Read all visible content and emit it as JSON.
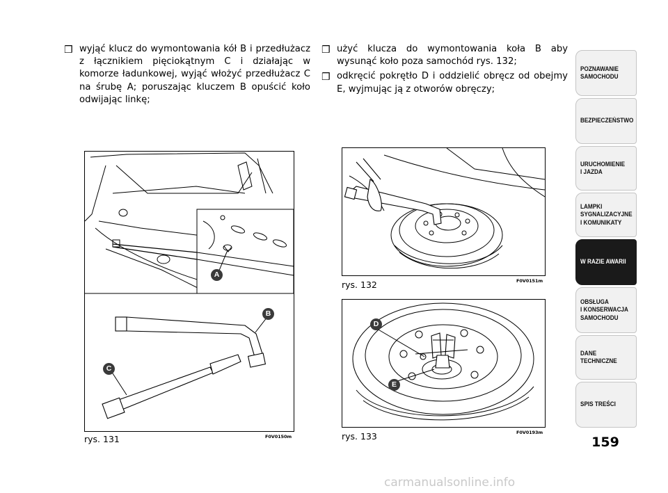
{
  "page_number": "159",
  "left_column": {
    "bullets": [
      "wyjąć klucz do wymontowania kół B i przedłużacz z łącznikiem pięciokątnym C i działając w komorze ładunkowej, wyjąć włożyć przedłużacz C na śrubę A; poruszając kluczem B opuścić koło odwijając linkę;"
    ]
  },
  "right_column": {
    "bullets": [
      "użyć klucza do wymontowania koła B aby wysunąć koło poza samochód rys. 132;",
      "odkręcić pokrętło D i oddzielić obręcz od obejmy E, wyjmując ją z otworów obręczy;"
    ]
  },
  "bullet_symbol": "❒",
  "figures": {
    "fig131": {
      "caption": "rys. 131",
      "code": "F0V0150m",
      "labels": [
        "A",
        "B",
        "C"
      ]
    },
    "fig132": {
      "caption": "rys. 132",
      "code": "F0V0151m"
    },
    "fig133": {
      "caption": "rys. 133",
      "code": "F0V0193m",
      "labels": [
        "D",
        "E"
      ]
    }
  },
  "sidebar": {
    "tabs": [
      {
        "label": "POZNAWANIE\nSAMOCHODU",
        "active": false
      },
      {
        "label": "BEZPIECZEŃSTWO",
        "active": false
      },
      {
        "label": "URUCHOMIENIE\nI JAZDA",
        "active": false
      },
      {
        "label": "LAMPKI\nSYGNALIZACYJNE\nI KOMUNIKATY",
        "active": false
      },
      {
        "label": "W RAZIE AWARII",
        "active": true
      },
      {
        "label": "OBSŁUGA\nI KONSERWACJA\nSAMOCHODU",
        "active": false
      },
      {
        "label": "DANE\nTECHNICZNE",
        "active": false
      },
      {
        "label": "SPIS TREŚCI",
        "active": false
      }
    ]
  },
  "watermark": "carmanualsonline.info"
}
